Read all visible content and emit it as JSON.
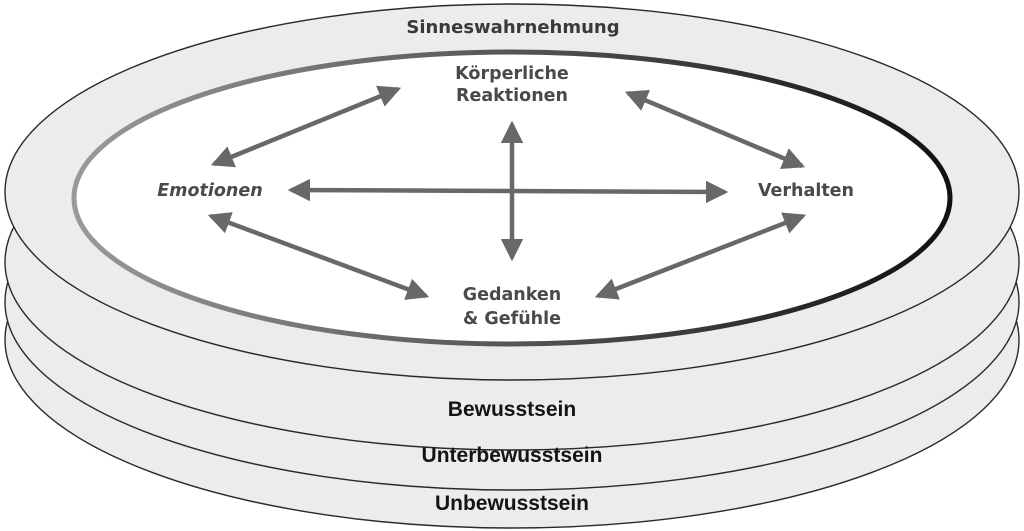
{
  "outer_label": "Sinneswahrnehmung",
  "nodes": {
    "top": {
      "line1": "Körperliche",
      "line2": "Reaktionen"
    },
    "left": "Emotionen",
    "right": "Verhalten",
    "bottom": {
      "line1": "Gedanken",
      "line2": "& Gefühle"
    }
  },
  "layers": [
    "Bewusstsein",
    "Unterbewusstsein",
    "Unbewusstsein"
  ],
  "colors": {
    "disc_fill": "#ececec",
    "disc_stroke": "#2a2a2a",
    "inner_fill": "#ffffff",
    "arrow": "#686868"
  }
}
